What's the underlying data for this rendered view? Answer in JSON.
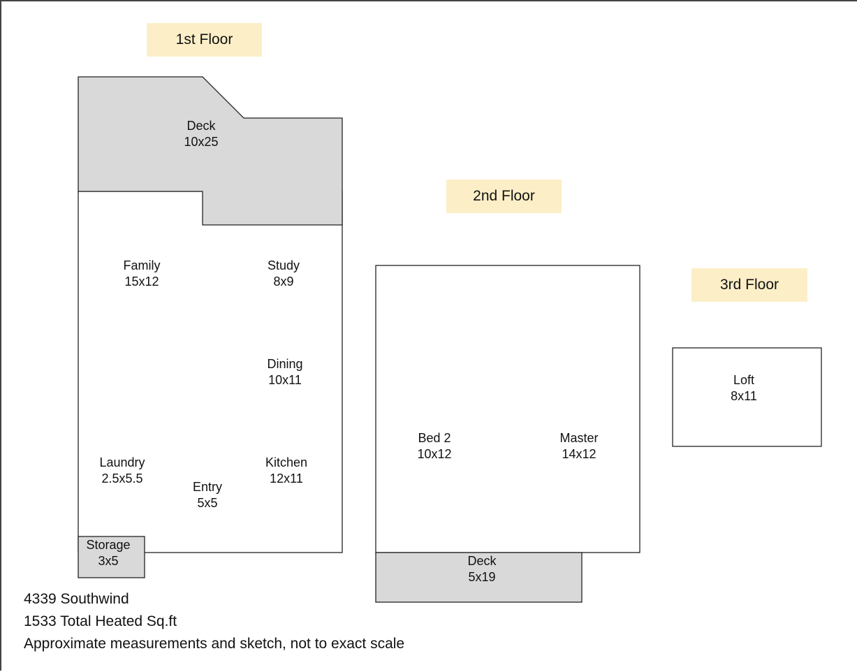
{
  "floors": {
    "first": "1st Floor",
    "second": "2nd Floor",
    "third": "3rd Floor"
  },
  "rooms": {
    "deck1": {
      "name": "Deck",
      "size": "10x25"
    },
    "family": {
      "name": "Family",
      "size": "15x12"
    },
    "study": {
      "name": "Study",
      "size": "8x9"
    },
    "dining": {
      "name": "Dining",
      "size": "10x11"
    },
    "laundry": {
      "name": "Laundry",
      "size": "2.5x5.5"
    },
    "kitchen": {
      "name": "Kitchen",
      "size": "12x11"
    },
    "entry": {
      "name": "Entry",
      "size": "5x5"
    },
    "storage": {
      "name": "Storage",
      "size": "3x5"
    },
    "bed2": {
      "name": "Bed 2",
      "size": "10x12"
    },
    "master": {
      "name": "Master",
      "size": "14x12"
    },
    "deck2": {
      "name": "Deck",
      "size": "5x19"
    },
    "loft": {
      "name": "Loft",
      "size": "8x11"
    }
  },
  "notes": {
    "address": "4339 Southwind",
    "sqft": "1533 Total Heated Sq.ft",
    "disclaimer": "Approximate measurements and sketch, not to exact scale"
  },
  "colors": {
    "shaded": "#d9d9d9",
    "label_bg": "#fcefc7",
    "outline": "#222222"
  }
}
